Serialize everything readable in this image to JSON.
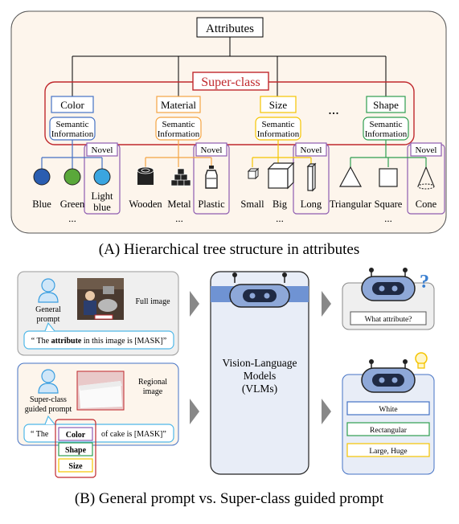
{
  "panel_a": {
    "root_label": "Attributes",
    "superclass_label": "Super-class",
    "sem_line1": "Semantic",
    "sem_line2": "Information",
    "more": "...",
    "novel": "Novel",
    "groups": [
      {
        "label": "Color",
        "color": "#4472c4",
        "leaves": [
          "Blue",
          "Green",
          "Light",
          "blue"
        ]
      },
      {
        "label": "Material",
        "color": "#f4a442",
        "leaves": [
          "Wooden",
          "Metal",
          "Plastic"
        ]
      },
      {
        "label": "Size",
        "color": "#f5c400",
        "leaves": [
          "Small",
          "Big",
          "Long"
        ]
      },
      {
        "label": "Shape",
        "color": "#2e9e4f",
        "leaves": [
          "Triangular",
          "Square",
          "Cone"
        ]
      }
    ],
    "caption": "(A) Hierarchical tree structure in attributes"
  },
  "panel_b": {
    "general": {
      "person_line1": "General",
      "person_line2": "prompt",
      "image_label": "Full image",
      "prompt_pre": "“ The ",
      "prompt_bold": "attribute",
      "prompt_post": " in this image is [MASK]”"
    },
    "superclass": {
      "person_line1": "Super-class",
      "person_line2": "guided prompt",
      "image_label_1": "Regional",
      "image_label_2": "image",
      "prompt_pre": "“ The",
      "prompt_post": "of cake is [MASK]”",
      "options": [
        "Color",
        "Shape",
        "Size"
      ]
    },
    "vlm_lines": [
      "Vision-Language",
      "Models",
      "(VLMs)"
    ],
    "output_general": "What attribute?",
    "output_superclass": [
      "White",
      "Rectangular",
      "Large, Huge"
    ],
    "question_mark": "?",
    "caption": "(B) General prompt vs. Super-class guided prompt"
  },
  "colors": {
    "panel_bg": "#fdf5ec",
    "superclass_red": "#c0282d",
    "novel_purple": "#8e5cb0",
    "blue": "#4472c4",
    "orange": "#f4a442",
    "yellow": "#f5c400",
    "green": "#2e9e4f",
    "vlm_bg": "#e8edf7",
    "robot_blue": "#8ea8d8",
    "prompt_cyan": "#4fb8e8"
  }
}
